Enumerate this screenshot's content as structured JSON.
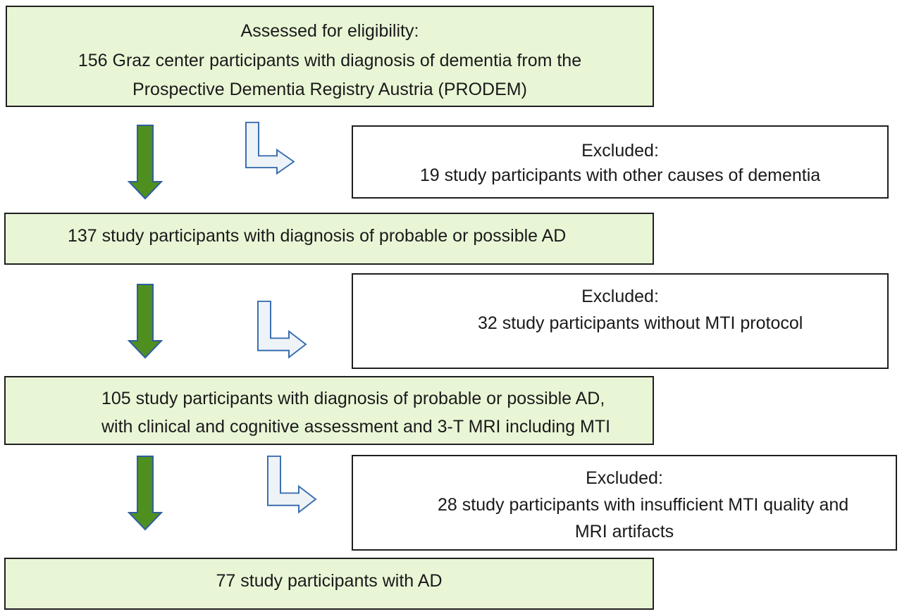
{
  "flowchart": {
    "box1": {
      "line1": "Assessed for eligibility:",
      "line2": "156 Graz center participants with diagnosis of dementia from the",
      "line3": "Prospective Dementia Registry Austria (PRODEM)"
    },
    "excluded1": {
      "title": "Excluded:",
      "text": "19 study participants with other causes of dementia"
    },
    "box2": {
      "text": "137 study participants with diagnosis of probable or possible AD"
    },
    "excluded2": {
      "title": "Excluded:",
      "text": "32 study participants without MTI protocol"
    },
    "box3": {
      "line1": "105 study participants with diagnosis of probable or possible AD,",
      "line2": "with clinical and cognitive assessment and 3-T MRI including MTI"
    },
    "excluded3": {
      "title": "Excluded:",
      "line1": "28 study participants with insufficient MTI quality and",
      "line2": "MRI artifacts"
    },
    "box4": {
      "text": "77 study participants with AD"
    }
  },
  "colors": {
    "green_box_fill": "#e9f6d6",
    "box_border": "#1f1f1f",
    "down_arrow_fill": "#4f8f1f",
    "down_arrow_stroke": "#2f5f9f",
    "bent_arrow_fill": "#eef3f8",
    "bent_arrow_stroke": "#3b6fb0"
  }
}
